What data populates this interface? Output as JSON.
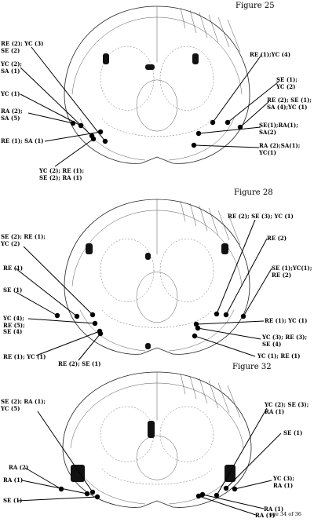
{
  "figures": [
    {
      "title": "Figure 25",
      "labels": [
        {
          "lines": [
            "RE (2); YC (3)",
            "SE (2)"
          ]
        },
        {
          "lines": [
            "YC (2);",
            "SA (1)"
          ]
        },
        {
          "lines": [
            "YC (1)"
          ]
        },
        {
          "lines": [
            "RA (2);",
            "SA (5)"
          ]
        },
        {
          "lines": [
            "RE (1); SA (1)"
          ]
        },
        {
          "lines": [
            "YC (2); RE (1);",
            "SE (2); RA (1)"
          ]
        },
        {
          "lines": [
            "RE (1);YC (4)"
          ]
        },
        {
          "lines": [
            "SE (1);",
            "YC (2)"
          ]
        },
        {
          "lines": [
            "RE (2); SE (1);",
            "SA (4);YC (1)"
          ]
        },
        {
          "lines": [
            "SE(1);RA(1);",
            "SA(2)"
          ]
        },
        {
          "lines": [
            "RA (2);SA(1);",
            "YC(1)"
          ]
        }
      ]
    },
    {
      "title": "Figure 28",
      "labels": [
        {
          "lines": [
            "SE (2); RE (1);",
            "YC (2)"
          ]
        },
        {
          "lines": [
            "RE (1)"
          ]
        },
        {
          "lines": [
            "SE (1)"
          ]
        },
        {
          "lines": [
            "YC (4);",
            "RE (5);",
            "SE (4)"
          ]
        },
        {
          "lines": [
            "RE (1); YC (1)"
          ]
        },
        {
          "lines": [
            "RE (2); SE (1)"
          ]
        },
        {
          "lines": [
            "RE (2); SE (3); YC (1)"
          ]
        },
        {
          "lines": [
            "RE (2)"
          ]
        },
        {
          "lines": [
            "SE (1);YC(1);",
            "RE (2)"
          ]
        },
        {
          "lines": [
            "RE (1); YC (1)"
          ]
        },
        {
          "lines": [
            "YC (3); RE (3);",
            "SE (4)"
          ]
        },
        {
          "lines": [
            "YC (1); RE (1)"
          ]
        }
      ]
    },
    {
      "title": "Figure 32",
      "labels": [
        {
          "lines": [
            "SE (2); RA (1);",
            "YC (5)"
          ]
        },
        {
          "lines": [
            "RA (2)"
          ]
        },
        {
          "lines": [
            "RA (1)"
          ]
        },
        {
          "lines": [
            "SE (1)"
          ]
        },
        {
          "lines": [
            "YC (2); SE (3);",
            "RA (1)"
          ]
        },
        {
          "lines": [
            "SE (1)"
          ]
        },
        {
          "lines": [
            "YC (3);",
            "RA (1)"
          ]
        },
        {
          "lines": [
            "RA (1)"
          ]
        },
        {
          "lines": [
            "RA (1)"
          ]
        }
      ]
    }
  ],
  "page_number": "age 34 of 36"
}
